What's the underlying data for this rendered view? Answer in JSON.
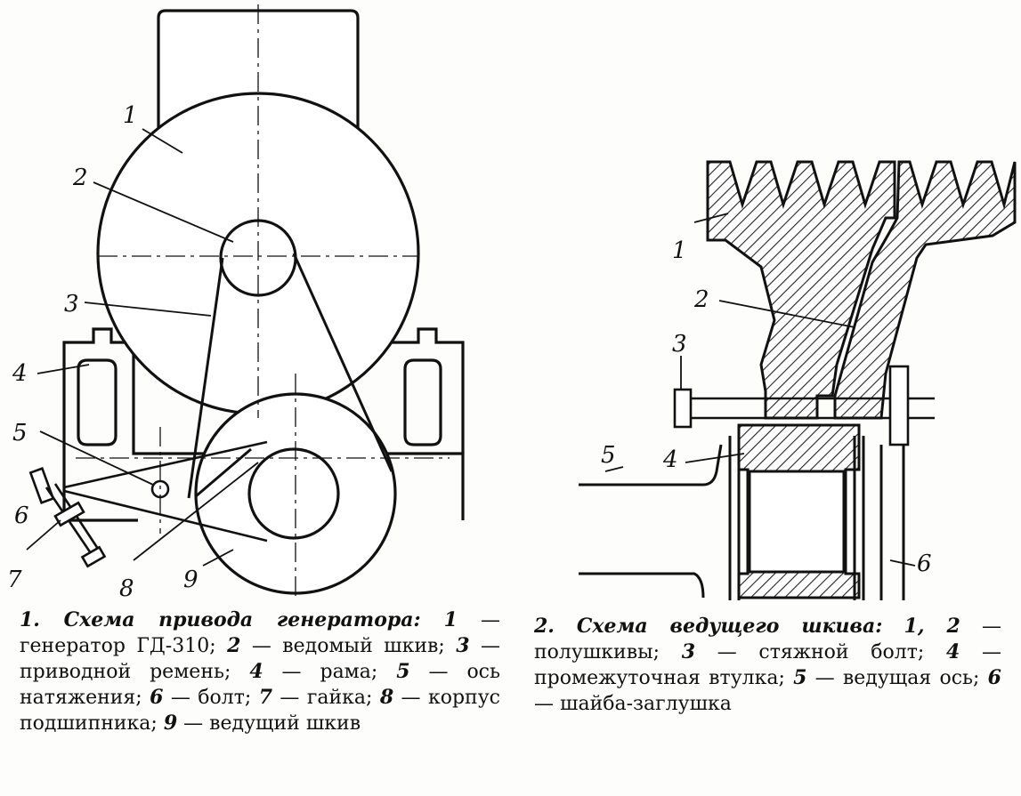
{
  "fig1": {
    "labels": [
      "1",
      "2",
      "3",
      "4",
      "5",
      "6",
      "7",
      "8",
      "9"
    ],
    "caption_title": "1. Схема привода генератора:",
    "legend": [
      {
        "num": "1",
        "text": "генератор ГД-310;"
      },
      {
        "num": "2",
        "text": "ведомый шкив;"
      },
      {
        "num": "3",
        "text": "приводной ремень;"
      },
      {
        "num": "4",
        "text": "рама;"
      },
      {
        "num": "5",
        "text": "ось натяжения;"
      },
      {
        "num": "6",
        "text": "болт;"
      },
      {
        "num": "7",
        "text": "гайка;"
      },
      {
        "num": "8",
        "text": "корпус подшипника;"
      },
      {
        "num": "9",
        "text": "ведущий шкив"
      }
    ]
  },
  "fig2": {
    "labels": [
      "1",
      "2",
      "3",
      "4",
      "5",
      "6"
    ],
    "caption_title": "2. Схема ведущего шкива:",
    "legend": [
      {
        "num": "1, 2",
        "text": "полушкивы;"
      },
      {
        "num": "3",
        "text": "стяжной болт;"
      },
      {
        "num": "4",
        "text": "промежуточная втулка;"
      },
      {
        "num": "5",
        "text": "ведущая ось;"
      },
      {
        "num": "6",
        "text": "шайба-заглушка"
      }
    ]
  }
}
